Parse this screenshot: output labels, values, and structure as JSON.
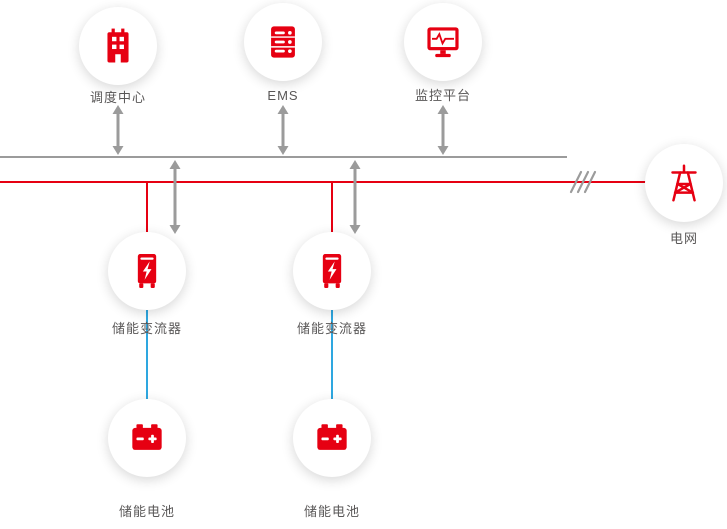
{
  "diagram": {
    "nodes": {
      "dispatch_center": {
        "label": "调度中心",
        "icon": "building-icon"
      },
      "ems": {
        "label": "EMS",
        "icon": "server-stack-icon"
      },
      "monitoring": {
        "label": "监控平台",
        "icon": "monitor-waveform-icon"
      },
      "grid": {
        "label": "电网",
        "icon": "transmission-tower-icon"
      },
      "pcs_1": {
        "label": "储能变流器",
        "icon": "converter-cabinet-icon"
      },
      "pcs_2": {
        "label": "储能变流器",
        "icon": "converter-cabinet-icon"
      },
      "battery_1": {
        "label": "储能电池",
        "icon": "battery-icon"
      },
      "battery_2": {
        "label": "储能电池",
        "icon": "battery-icon"
      }
    },
    "links": {
      "communication_bus_color": "#9b9b9b",
      "power_bus_color": "#e60012",
      "battery_link_color": "#2ea7e0",
      "arrow_color": "#9b9b9b",
      "grid_break_mark": "///"
    },
    "colors": {
      "icon_red": "#e60012",
      "label_text": "#595757",
      "node_background": "#ffffff"
    }
  }
}
